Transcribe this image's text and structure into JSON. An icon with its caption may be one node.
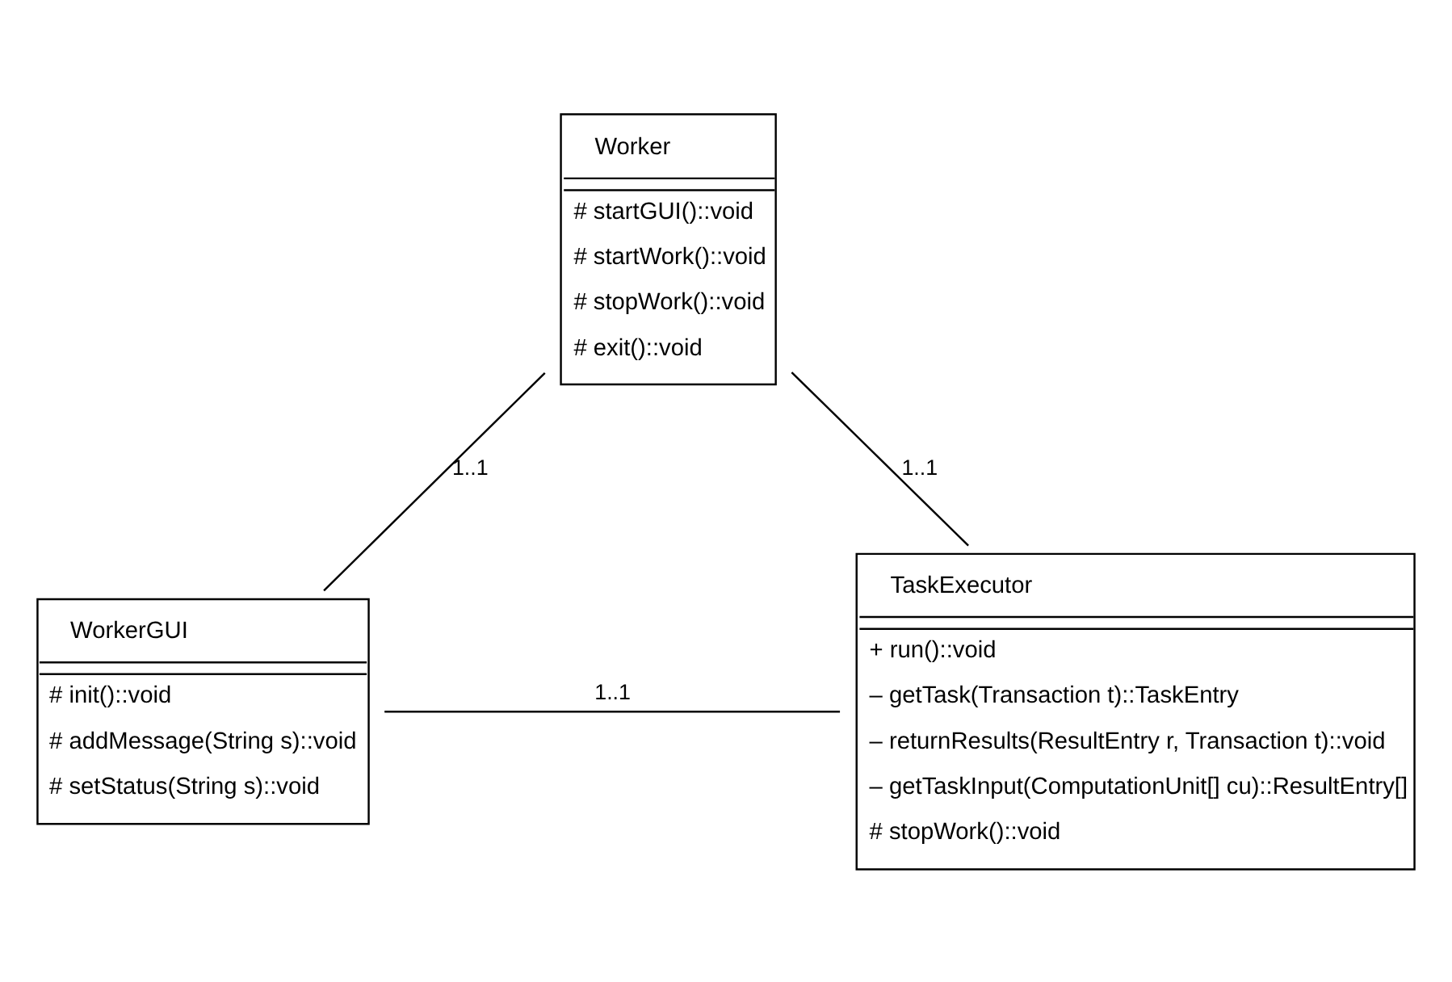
{
  "diagram": {
    "nodes": [
      {
        "text": [
          "Worker",
          "# startGUI()::void",
          "# startWork()::void",
          "# stopWork()::void",
          "# exit()::void"
        ]
      },
      {
        "text": [
          "WorkerGUI",
          "# init()::void",
          "# addMessage(String s)::void",
          "# setStatus(String s)::void"
        ]
      },
      {
        "text": [
          "TaskExecutor",
          "+ run()::void",
          "– getTask(Transaction t)::TaskEntry",
          "– returnResults(ResultEntry r, Transaction t)::void",
          "– getTaskInput(ComputationUnit[] cu)::ResultEntry[]",
          "# stopWork()::void"
        ]
      }
    ],
    "edges": [
      {
        "from": 0,
        "to": 1,
        "arrow": "none",
        "label": "1..1"
      },
      {
        "from": 0,
        "to": 2,
        "arrow": "none",
        "label": "1..1"
      },
      {
        "from": 1,
        "to": 2,
        "arrow": "none",
        "label": "1..1"
      }
    ]
  }
}
